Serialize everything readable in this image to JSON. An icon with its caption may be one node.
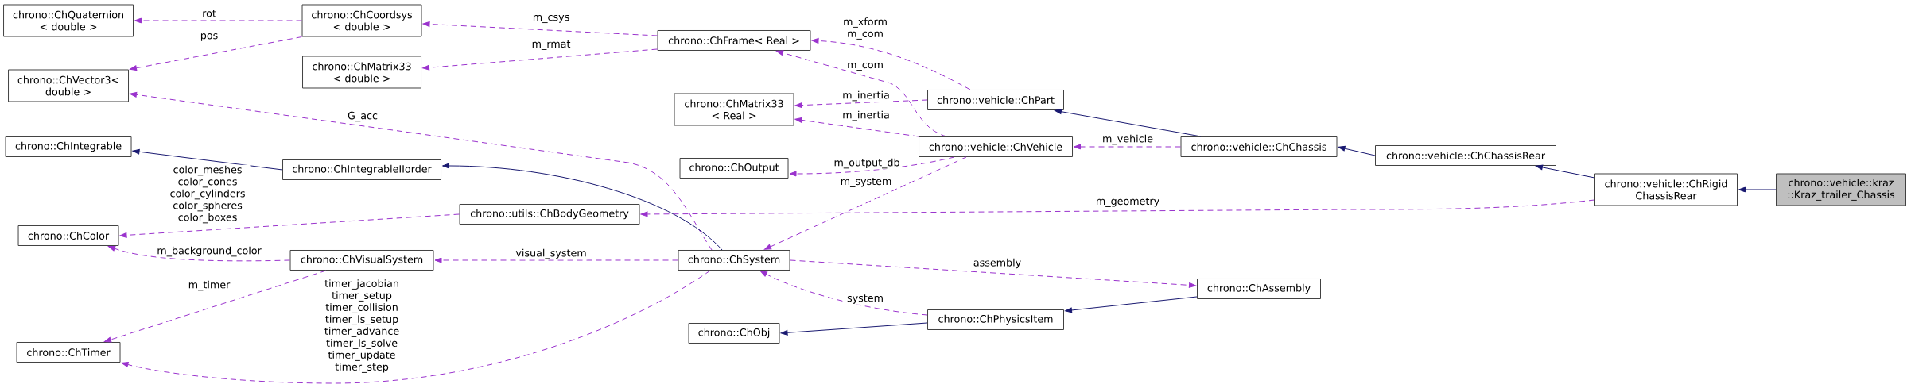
{
  "diagram": {
    "nodes": [
      {
        "text": [
          "chrono::ChQuaternion < double >"
        ]
      },
      {
        "text": [
          "chrono::ChVector3< double >"
        ]
      },
      {
        "text": [
          "chrono::ChIntegrable"
        ]
      },
      {
        "text": [
          "chrono::ChColor"
        ]
      },
      {
        "text": [
          "chrono::ChTimer"
        ]
      },
      {
        "text": [
          "chrono::ChCoordsys < double >"
        ]
      },
      {
        "text": [
          "chrono::ChMatrix33 < double >"
        ]
      },
      {
        "text": [
          "chrono::ChIntegrableIIorder"
        ]
      },
      {
        "text": [
          "chrono::utils::ChBodyGeometry"
        ]
      },
      {
        "text": [
          "chrono::ChVisualSystem"
        ]
      },
      {
        "text": [
          "chrono::ChFrame< Real >"
        ]
      },
      {
        "text": [
          "chrono::ChMatrix33 < Real >"
        ]
      },
      {
        "text": [
          "chrono::ChOutput"
        ]
      },
      {
        "text": [
          "chrono::ChSystem"
        ]
      },
      {
        "text": [
          "chrono::ChObj"
        ]
      },
      {
        "text": [
          "chrono::vehicle::ChPart"
        ]
      },
      {
        "text": [
          "chrono::vehicle::ChVehicle"
        ]
      },
      {
        "text": [
          "chrono::ChPhysicsItem"
        ]
      },
      {
        "text": [
          "chrono::vehicle::ChChassis"
        ]
      },
      {
        "text": [
          "chrono::ChAssembly"
        ]
      },
      {
        "text": [
          "chrono::vehicle::ChChassisRear"
        ]
      },
      {
        "text": [
          "chrono::vehicle::ChRigid ChassisRear"
        ]
      },
      {
        "text": [
          "chrono::vehicle::kraz ::Kraz_trailer_Chassis"
        ]
      }
    ],
    "edges": [
      {
        "from": 5,
        "to": 0,
        "arrow": "to",
        "label": "rot",
        "style": "dashed"
      },
      {
        "from": 5,
        "to": 1,
        "arrow": "to",
        "label": "pos",
        "style": "dashed"
      },
      {
        "from": 13,
        "to": 1,
        "arrow": "to",
        "label": "G_acc",
        "style": "dashed"
      },
      {
        "from": 7,
        "to": 2,
        "arrow": "to",
        "color": "#191970"
      },
      {
        "from": 8,
        "to": 3,
        "arrow": "to",
        "label": "color_meshes color_cones color_cylinders color_spheres color_boxes",
        "style": "dashed"
      },
      {
        "from": 9,
        "to": 3,
        "arrow": "to",
        "label": "m_background_color",
        "style": "dashed"
      },
      {
        "from": 9,
        "to": 4,
        "arrow": "to",
        "label": "m_timer",
        "style": "dashed"
      },
      {
        "from": 13,
        "to": 4,
        "arrow": "to",
        "label": "timer_jacobian timer_setup timer_collision timer_ls_setup timer_advance timer_ls_solve timer_update timer_step",
        "style": "dashed"
      },
      {
        "from": 10,
        "to": 5,
        "arrow": "to",
        "label": "m_csys",
        "style": "dashed"
      },
      {
        "from": 10,
        "to": 6,
        "arrow": "to",
        "label": "m_rmat",
        "style": "dashed"
      },
      {
        "from": 13,
        "to": 7,
        "arrow": "to",
        "color": "#191970"
      },
      {
        "from": 21,
        "to": 8,
        "arrow": "to",
        "label": "m_geometry",
        "style": "dashed"
      },
      {
        "from": 13,
        "to": 9,
        "arrow": "to",
        "label": "visual_system",
        "style": "dashed"
      },
      {
        "from": 15,
        "to": 10,
        "arrow": "to",
        "label": "m_xform m_com",
        "style": "dashed"
      },
      {
        "from": 16,
        "to": 10,
        "arrow": "to",
        "label": "m_com",
        "style": "dashed"
      },
      {
        "from": 15,
        "to": 11,
        "arrow": "to",
        "label": "m_inertia",
        "style": "dashed"
      },
      {
        "from": 16,
        "to": 11,
        "arrow": "to",
        "label": "m_inertia",
        "style": "dashed"
      },
      {
        "from": 16,
        "to": 12,
        "arrow": "to",
        "label": "m_output_db",
        "style": "dashed"
      },
      {
        "from": 16,
        "to": 13,
        "arrow": "to",
        "label": "m_system",
        "style": "dashed"
      },
      {
        "from": 17,
        "to": 13,
        "arrow": "to",
        "label": "system",
        "style": "dashed"
      },
      {
        "from": 13,
        "to": 19,
        "arrow": "to",
        "label": "assembly",
        "style": "dashed"
      },
      {
        "from": 17,
        "to": 14,
        "arrow": "to",
        "color": "#191970"
      },
      {
        "from": 18,
        "to": 15,
        "arrow": "to",
        "color": "#191970"
      },
      {
        "from": 18,
        "to": 16,
        "arrow": "to",
        "label": "m_vehicle",
        "style": "dashed"
      },
      {
        "from": 19,
        "to": 17,
        "arrow": "to",
        "color": "#191970"
      },
      {
        "from": 20,
        "to": 18,
        "arrow": "to",
        "color": "#191970"
      },
      {
        "from": 21,
        "to": 20,
        "arrow": "to",
        "color": "#191970"
      },
      {
        "from": 22,
        "to": 21,
        "arrow": "to",
        "color": "#191970"
      }
    ]
  }
}
